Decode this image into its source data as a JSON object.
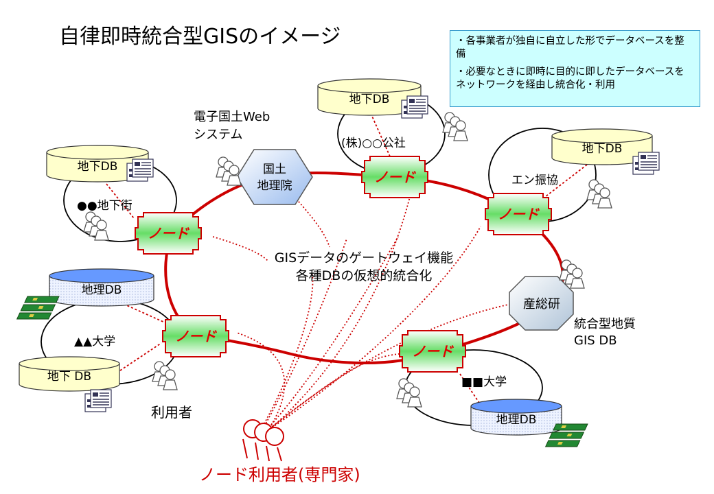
{
  "title": "自律即時統合型GISのイメージ",
  "notes": [
    "・各事業者が独自に自立した形でデータベースを整備",
    "・必要なときに即時に目的に即したデータベースをネットワークを経由し統合化・利用"
  ],
  "node_label": "ノード",
  "gateway": {
    "line1": "GISデータのゲートウェイ機能",
    "line2": "各種DBの仮想的統合化"
  },
  "hubs": {
    "gsi_label1": "国土",
    "gsi_label2": "地理院",
    "gsi_caption1": "電子国土Web",
    "gsi_caption2": "システム",
    "aist_label": "産総研",
    "aist_caption1": "統合型地質",
    "aist_caption2": "GIS DB"
  },
  "sites": {
    "underground_mall": "●●地下街",
    "company": "(株)○○公社",
    "engineering_assoc": "エン振協",
    "univ_triangle": "▲▲大学",
    "univ_square": "■■大学"
  },
  "databases": {
    "chika_db": "地下DB",
    "chika_db_spaced": "地下 DB",
    "chiri_db": "地理DB"
  },
  "user_label": "利用者",
  "expert_label": "ノード利用者(専門家)",
  "colors": {
    "ring": "#cc0000",
    "node_fill": "#33cc33",
    "node_border": "#cc0000",
    "db_yellow": "#ffffcc",
    "db_blue": "#6699ff",
    "note_bg": "#ccffff"
  }
}
